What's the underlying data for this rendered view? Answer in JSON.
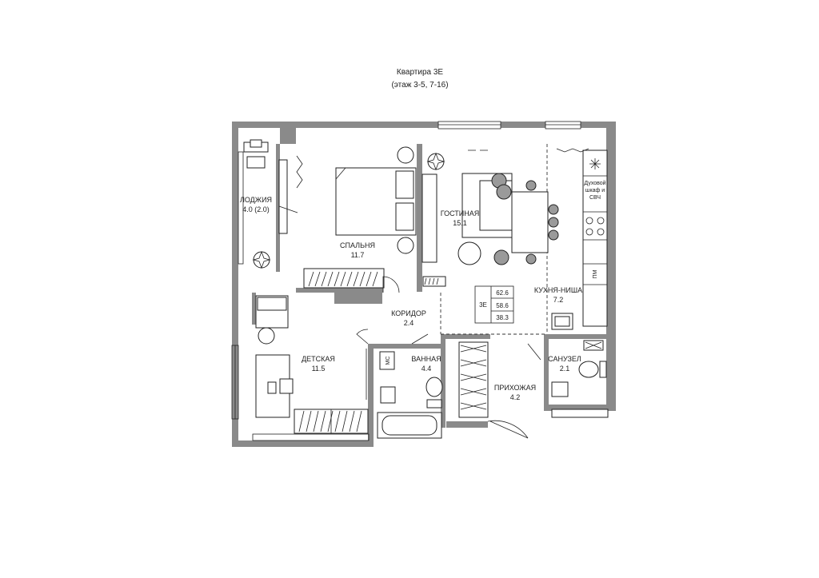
{
  "header": {
    "title": "Квартира 3Е",
    "subtitle": "(этаж 3-5, 7-16)"
  },
  "rooms": {
    "loggia": {
      "name": "ЛОДЖИЯ",
      "area": "4.0 (2.0)"
    },
    "bedroom": {
      "name": "СПАЛЬНЯ",
      "area": "11.7"
    },
    "living": {
      "name": "ГОСТИНАЯ",
      "area": "15.1"
    },
    "kitchen": {
      "name": "КУХНЯ-НИША",
      "area": "7.2"
    },
    "corridor": {
      "name": "КОРИДОР",
      "area": "2.4"
    },
    "kids": {
      "name": "ДЕТСКАЯ",
      "area": "11.5"
    },
    "bath": {
      "name": "ВАННАЯ",
      "area": "4.4"
    },
    "hall": {
      "name": "ПРИХОЖАЯ",
      "area": "4.2"
    },
    "wc": {
      "name": "САНУЗЕЛ",
      "area": "2.1"
    }
  },
  "summary": {
    "code": "3Е",
    "total": "62.6",
    "heated": "58.6",
    "living": "38.3"
  },
  "equipment": {
    "oven_line1": "Духовой",
    "oven_line2": "шкаф и",
    "oven_line3": "СВЧ",
    "dishwasher": "ПМ",
    "washer": "МС"
  }
}
